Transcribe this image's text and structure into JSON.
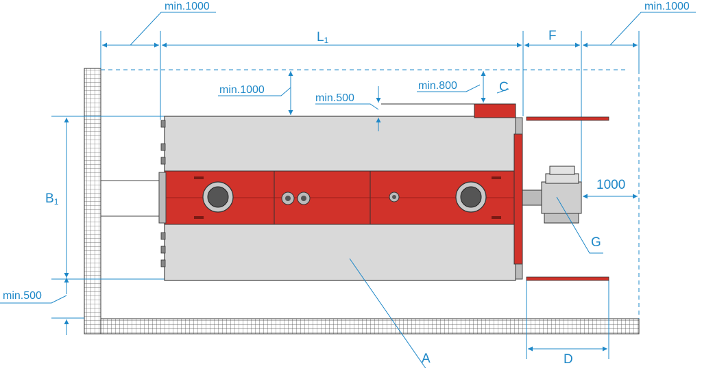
{
  "colors": {
    "dimension": "#1e88c8",
    "boiler_body": "#d9d9d9",
    "accent_red": "#d1322a",
    "dark": "#333333",
    "wall_grid": "#555555"
  },
  "labels": {
    "min1000_top_left": "min.1000",
    "min1000_top_right": "min.1000",
    "L1_main": "L",
    "L1_sub": "1",
    "F": "F",
    "min1000_side": "min.1000",
    "min500_top": "min.500",
    "min800": "min.800",
    "C": "C",
    "B1_main": "B",
    "B1_sub": "1",
    "dist1000": "1000",
    "G": "G",
    "min500_bottom": "min.500",
    "A": "A",
    "D": "D"
  },
  "icons": {
    "arrow": "arrow-head-icon",
    "manhole": "manhole-flange-icon",
    "nozzle": "nozzle-flange-icon"
  }
}
